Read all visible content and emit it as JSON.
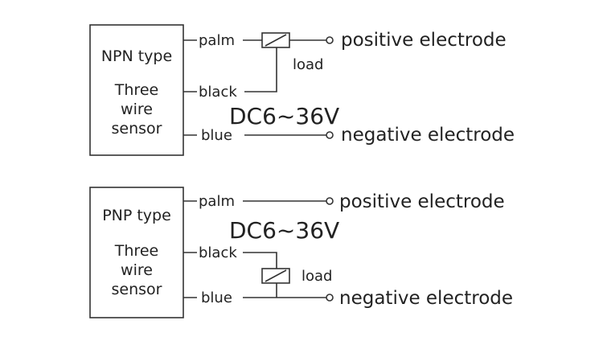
{
  "npn": {
    "title": "NPN type",
    "subtitle": [
      "Three",
      "wire",
      "sensor"
    ],
    "wires": {
      "palm": "palm",
      "black": "black",
      "blue": "blue"
    },
    "load": "load",
    "voltage": "DC6~36V",
    "positive": "positive electrode",
    "negative": "negative electrode"
  },
  "pnp": {
    "title": "PNP type",
    "subtitle": [
      "Three",
      "wire",
      "sensor"
    ],
    "wires": {
      "palm": "palm",
      "black": "black",
      "blue": "blue"
    },
    "load": "load",
    "voltage": "DC6~36V",
    "positive": "positive electrode",
    "negative": "negative electrode"
  },
  "colors": {
    "line": "#333333",
    "text": "#222222",
    "background": "#ffffff"
  }
}
